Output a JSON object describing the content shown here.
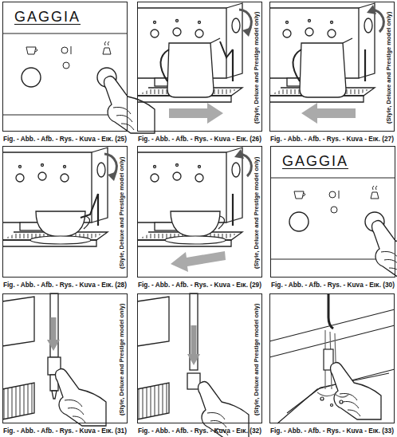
{
  "diagram": {
    "nodes": [
      {
        "text": [
          "GAGGIA",
          "Fig. - Abb. - Afb. - Rys. - Kuva - Εικ. (25)"
        ]
      },
      {
        "text": [
          "(Style, Deluxe and Prestige model only)",
          "Fig. - Abb. - Afb. - Rys. - Kuva - Εικ. (26)"
        ]
      },
      {
        "text": [
          "(Style, Deluxe and Prestige model only)",
          "Fig. - Abb. - Afb. - Rys. - Kuva - Εικ. (27)"
        ]
      },
      {
        "text": [
          "(Style, Deluxe and Prestige model only)",
          "Fig. - Abb. - Afb. - Rys. - Kuva - Εικ. (28)"
        ]
      },
      {
        "text": [
          "(Style, Deluxe and Prestige model only)",
          "Fig. - Abb. - Afb. - Rys. - Kuva - Εικ. (29)"
        ]
      },
      {
        "text": [
          "GAGGIA",
          "Fig. - Abb. - Afb. - Rys. - Kuva - Εικ. (30)"
        ]
      },
      {
        "text": [
          "(Style, Deluxe and Prestige model only)",
          "Fig. - Abb. - Afb. - Rys. - Kuva - Εικ. (31)"
        ]
      },
      {
        "text": [
          "(Style, Deluxe and Prestige model only)",
          "Fig. - Abb. - Afb. - Rys. - Kuva - Εικ. (32)"
        ]
      },
      {
        "text": [
          "Fig. - Abb. - Afb. - Rys. - Kuva - Εικ. (33)"
        ]
      }
    ]
  }
}
